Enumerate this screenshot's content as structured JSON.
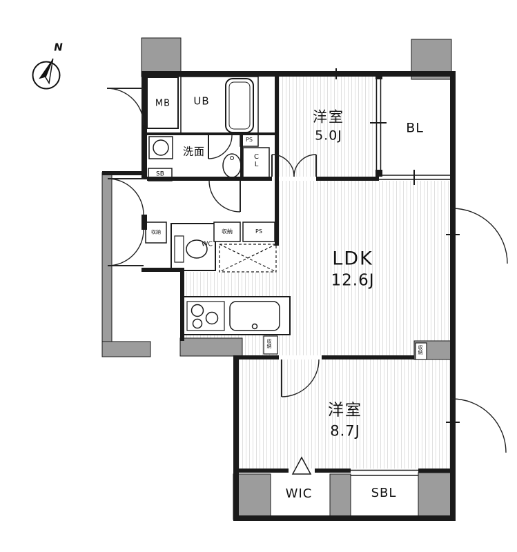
{
  "plan": {
    "rooms": {
      "western1": {
        "name": "洋室",
        "size": "5.0J"
      },
      "balcony": "BL",
      "ldk": {
        "name": "LDK",
        "size": "12.6J"
      },
      "western2": {
        "name": "洋室",
        "size": "8.7J"
      },
      "wic": "WIC",
      "service_balcony": "SBL"
    },
    "labels": {
      "meter_box": "MB",
      "unit_bath": "UB",
      "washroom": "洗面",
      "pipe_space_top": "PS",
      "closet": "CL",
      "shoe_box": "SB",
      "toilet": "WC",
      "storage_hall_small": "収納",
      "storage_hall": "収納",
      "pipe_space_hall": "PS",
      "storage_kitchen": "収納",
      "storage_ldk": "収納",
      "north": "N"
    }
  }
}
